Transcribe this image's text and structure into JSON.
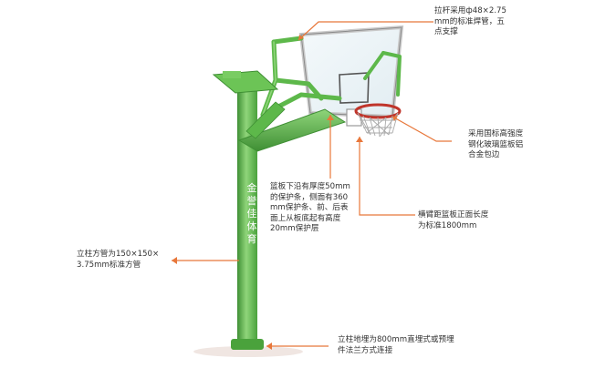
{
  "brand_text": "金誉佳体育",
  "colors": {
    "frame_green": "#5db84a",
    "frame_green_dark": "#3f8f34",
    "frame_green_light": "#8fd57a",
    "rim_red": "#c0352b",
    "callout_orange": "#e8773a"
  },
  "annotations": {
    "brace_pipe": "拉杆采用ф48×2.75\nmm的标准焊管，五\n点支撑",
    "backboard_glass": "采用国标高强度\n钢化玻璃篮板铝\n合金包边",
    "backboard_edge": "篮板下沿有厚度50mm\n的保护条，侧面有360\nmm保护条、前、后表\n面上从板底起有高度\n20mm保护层",
    "arm_distance": "横臂距篮板正面长度\n为标准1800mm",
    "column_tube": "立柱方管为150×150×\n3.75mm标准方管",
    "ground_embed": "立柱地埋为800mm直埋式或预埋\n件法兰方式连接"
  }
}
